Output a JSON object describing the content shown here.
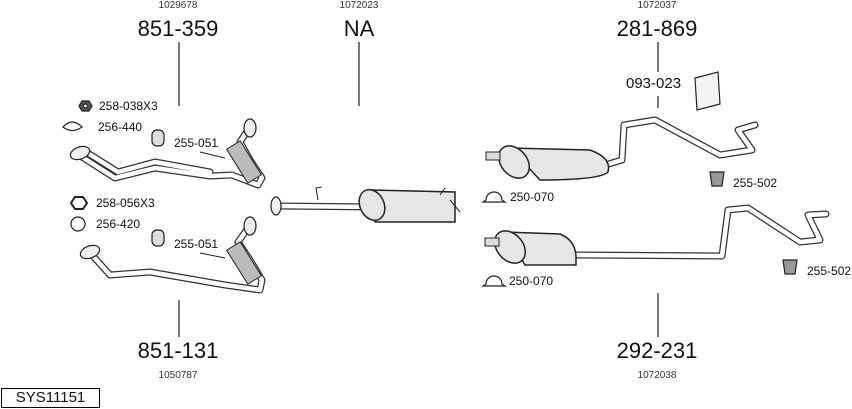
{
  "assemblies": [
    {
      "part": "851-359",
      "ref": "1029678"
    },
    {
      "part": "NA",
      "ref": "1072023"
    },
    {
      "part": "281-869",
      "ref": "1072037"
    },
    {
      "part": "851-131",
      "ref": "1050787"
    },
    {
      "part": "292-231",
      "ref": "1072038"
    }
  ],
  "accessories": {
    "nut_upper": "258-038X3",
    "gasket_upper": "256-440",
    "hanger_upper": "255-051",
    "nut_lower": "258-056X3",
    "gasket_lower": "256-420",
    "hanger_lower": "255-051",
    "kit": "093-023",
    "clamp_upper": "250-070",
    "clamp_lower": "250-070",
    "rear_hanger_upper": "255-502",
    "rear_hanger_lower": "255-502"
  },
  "system_code": "SYS11151"
}
